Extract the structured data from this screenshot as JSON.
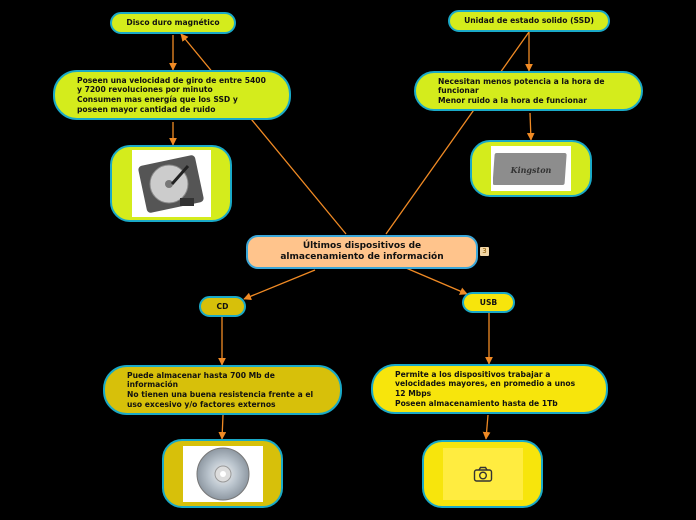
{
  "center": {
    "line1": "Últimos dispositivos de",
    "line2": "almacenamiento de información"
  },
  "center_badge": "3",
  "hdd": {
    "title": "Disco duro magnético",
    "desc": [
      "Poseen una velocidad de giro de entre 5400",
      "y 7200 revoluciones por minuto",
      "Consumen mas energía que los SSD y",
      "poseen mayor cantidad de ruido"
    ],
    "image_icon": "hard-disk-drive-photo"
  },
  "ssd": {
    "title": "Unidad de estado solido (SSD)",
    "desc": [
      "Necesitan menos potencia a la hora de",
      "funcionar",
      "Menor ruido a la hora de funcionar"
    ],
    "image_icon": "kingston-ssd-photo",
    "brand": "Kingston"
  },
  "cd": {
    "title": "CD",
    "desc": [
      "Puede almacenar hasta 700 Mb de",
      "información",
      "No tienen una buena resistencia frente a el",
      "uso excesivo y/o factores externos"
    ],
    "image_icon": "compact-disc-photo"
  },
  "usb": {
    "title": "USB",
    "desc": [
      "Permite a los dispositivos trabajar a",
      "velocidades mayores, en promedio a unos",
      "12 Mbps",
      "Poseen almacenamiento hasta de 1Tb"
    ],
    "image_icon": "camera-icon"
  },
  "colors": {
    "background": "#000000",
    "connector": "#f08a24",
    "border": "#1aa9c7",
    "center": "#ffc48c",
    "lime": "#d4ec1c",
    "yellow": "#f7e50c",
    "olive": "#d7c00a"
  }
}
